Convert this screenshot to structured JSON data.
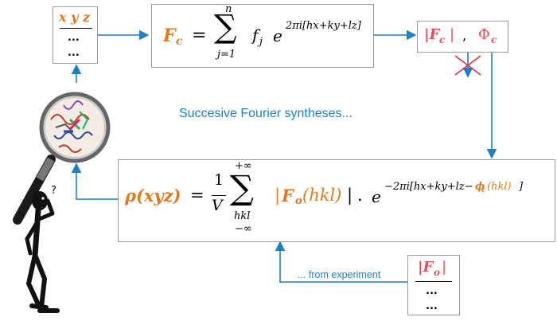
{
  "table_xyz": {
    "header": "x y z",
    "rows": [
      "...",
      "..."
    ]
  },
  "fc_formula": {
    "lhs": "F",
    "lhs_sub": "c",
    "equals": "=",
    "sum_upper": "n",
    "sum_lower": "j=1",
    "term": "f",
    "term_sub": "j",
    "exp_base": "e",
    "exponent": "2πi[hx+ky+lz]"
  },
  "phase_box": {
    "modulus": "|F",
    "modulus_sub": "c",
    "modulus_close": "|",
    "comma": ",",
    "phase": "Φ",
    "phase_sub": "c"
  },
  "center_label": "Succesive Fourier syntheses...",
  "rho_formula": {
    "lhs": "ρ(xyz)",
    "equals": "=",
    "frac_num": "1",
    "frac_den": "V",
    "sum_upper": "+∞",
    "sum_lower1": "hkl",
    "sum_lower2": "−∞",
    "fo_open": "|",
    "fo": "F",
    "fo_sub": "o",
    "fo_args": "(hkl)",
    "fo_close": "|",
    "dot": ".",
    "exp_base": "e",
    "exponent_main": "−2πi[hx+ky+lz−",
    "exponent_phi": "ϕ",
    "exponent_phi_sub": "c",
    "exponent_phi_args": "(hkl)",
    "exponent_close": "]"
  },
  "experiment_label": "... from experiment",
  "table_fo": {
    "header": "|F",
    "header_sub": "o",
    "header_close": "|",
    "rows": [
      "...",
      "..."
    ]
  },
  "colors": {
    "arrow": "#1f7fc4",
    "orange": "#e07a1f",
    "pink": "#e0505c",
    "cross": "#e03040",
    "border": "#9a9a9a"
  },
  "icons": [
    "magnifying-glass-icon",
    "thinking-figure-icon",
    "question-mark-icon",
    "cross-icon"
  ]
}
